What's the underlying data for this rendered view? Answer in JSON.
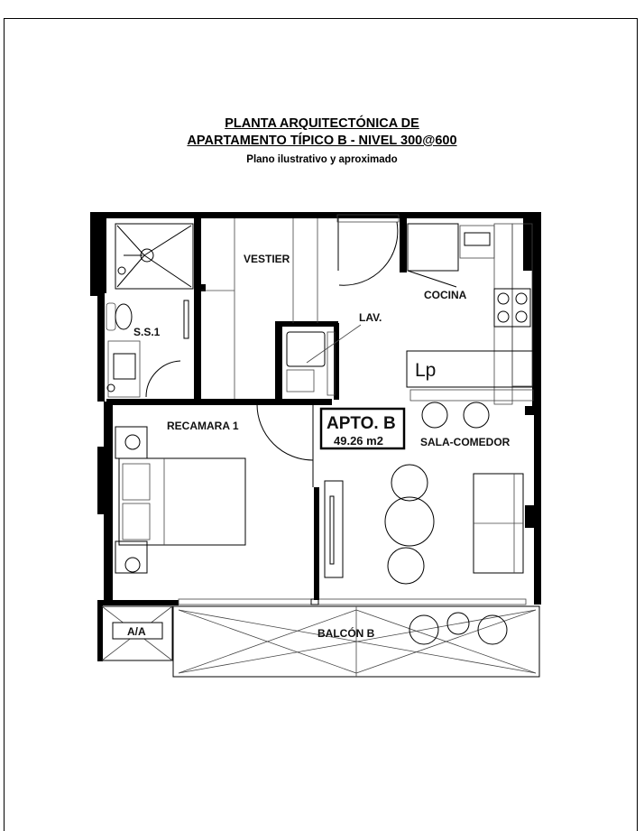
{
  "title": {
    "line1": "PLANTA ARQUITECTÓNICA DE",
    "line2": "APARTAMENTO TÍPICO B - NIVEL 300@600",
    "subtitle": "Plano ilustrativo y aproximado"
  },
  "plan": {
    "apartment_name": "APTO. B",
    "area": "49.26 m2",
    "rooms": {
      "bath": "S.S.1",
      "closet": "VESTIER",
      "laundry": "LAV.",
      "kitchen": "COCINA",
      "kitchen_counter": "Lp",
      "bedroom": "RECAMARA 1",
      "living": "SALA-COMEDOR",
      "balcony": "BALCÓN B",
      "ac": "A/A"
    }
  }
}
